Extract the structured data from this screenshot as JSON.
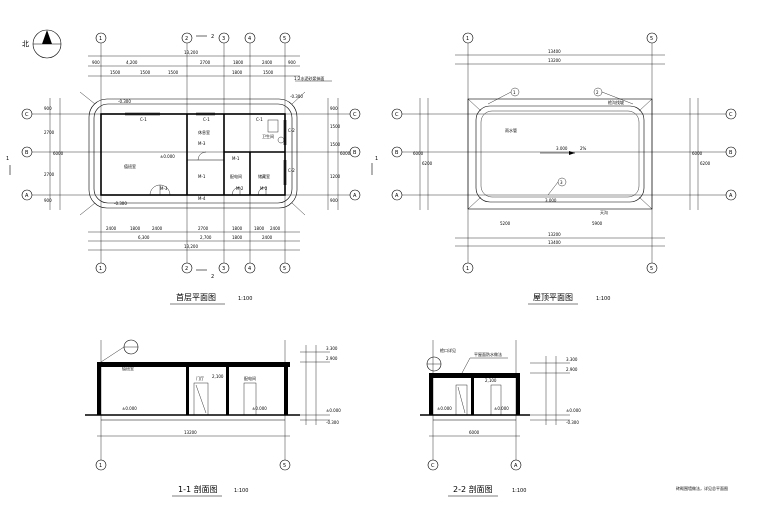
{
  "north_label": "北",
  "grid_axes": {
    "plan_columns": [
      "1",
      "2",
      "3",
      "4",
      "5"
    ],
    "plan_rows": [
      "C",
      "B",
      "A"
    ],
    "roof_columns": [
      "1",
      "5"
    ],
    "roof_rows": [
      "C",
      "B",
      "A"
    ],
    "section_1_cols": [
      "1",
      "5"
    ],
    "section_2_cols": [
      "C",
      "A"
    ]
  },
  "section_marks": {
    "mark_1": "1",
    "mark_2": "2"
  },
  "ground_plan": {
    "title": "首层平面图",
    "scale": "1:100",
    "top_dims_outer": [
      "900",
      "4,200",
      "2700",
      "1800",
      "2400",
      "900"
    ],
    "top_dims_inner": [
      "1500",
      "1500",
      "1500",
      "1800",
      "1500"
    ],
    "top_total": "13,200",
    "bottom_dims_outer": [
      "2400",
      "1800",
      "2400",
      "2700",
      "1800",
      "1800",
      "2400"
    ],
    "bottom_dims_inner": [
      "6,300",
      "2,700",
      "1800",
      "2400"
    ],
    "bottom_total": "13,200",
    "left_dims": [
      "900",
      "2700",
      "2700",
      "900"
    ],
    "right_dims": [
      "900",
      "1500",
      "1500",
      "1200",
      "900"
    ],
    "side_total": "6000",
    "rooms": [
      "C-1",
      "C-1",
      "C-1",
      "C-2",
      "C-2",
      "M-3",
      "M-1",
      "M-2",
      "M-1",
      "M-2",
      "M-3",
      "M-4"
    ],
    "labels": [
      "值班室",
      "卫生间",
      "休息室",
      "配电间",
      "储藏室"
    ],
    "levels": [
      "±0.000",
      "-0.300",
      "-0.300",
      "-0.300"
    ],
    "note": "1:2水泥砂浆抹面"
  },
  "roof_plan": {
    "title": "屋顶平面图",
    "scale": "1:100",
    "top_dims": [
      "13400",
      "13200"
    ],
    "bottom_dims": [
      "13200",
      "13400"
    ],
    "side_dims": [
      "6000",
      "6200"
    ],
    "bottom_inner": [
      "5200",
      "5900"
    ],
    "levels": [
      "3.000",
      "3.000"
    ],
    "slope": "2%",
    "labels": [
      "天沟",
      "雨水管",
      "檐沟找坡"
    ],
    "detail_refs": [
      "1",
      "2",
      "3"
    ]
  },
  "section_1": {
    "title": "1-1 剖面图",
    "scale": "1:100",
    "levels": [
      "3.300",
      "2.900",
      "±0.000",
      "-0.300"
    ],
    "rooms": [
      "值班室",
      "门厅",
      "配电间"
    ],
    "room_levels": [
      "±0.000",
      "±0.000"
    ],
    "door_height": "2,100",
    "total": "13200"
  },
  "section_2": {
    "title": "2-2 剖面图",
    "scale": "1:100",
    "levels": [
      "3.300",
      "2.900",
      "±0.000",
      "-0.300"
    ],
    "room_levels": [
      "±0.000",
      "±0.000"
    ],
    "door_height": "2,100",
    "notes": [
      "檐口详见",
      "平屋面防水做法"
    ],
    "total": "6000"
  },
  "footer_note": "砖砌围墙做法，详见总平面图"
}
